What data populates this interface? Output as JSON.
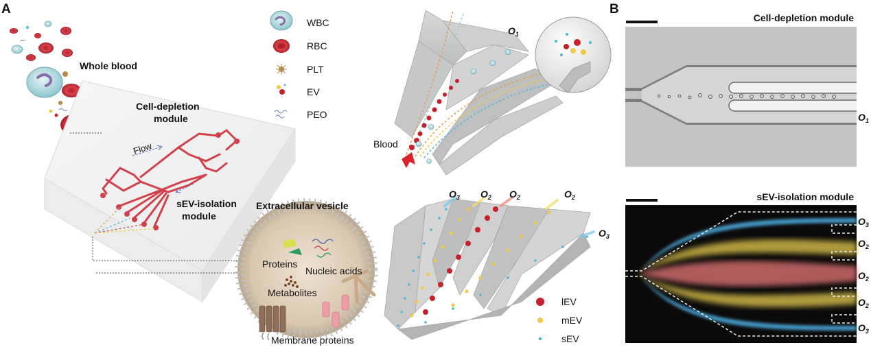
{
  "panel_a": {
    "letter": "A",
    "whole_blood": "Whole blood",
    "legend": [
      {
        "icon": "wbc-icon",
        "label": "WBC"
      },
      {
        "icon": "rbc-icon",
        "label": "RBC"
      },
      {
        "icon": "plt-icon",
        "label": "PLT"
      },
      {
        "icon": "ev-icon",
        "label": "EV"
      },
      {
        "icon": "peo-icon",
        "label": "PEO"
      }
    ],
    "chip": {
      "cell_depletion_line1": "Cell-depletion",
      "cell_depletion_line2": "module",
      "flow": "Flow",
      "sev_isolation_line1": "sEV-isolation",
      "sev_isolation_line2": "module"
    },
    "vesicle": {
      "title": "Extracellular vesicle",
      "proteins": "Proteins",
      "nucleic_acids": "Nucleic acids",
      "metabolites": "Metabolites",
      "membrane_proteins": "Membrane proteins"
    },
    "separator": {
      "blood": "Blood",
      "outlet_base": "O",
      "outlet_sub": "1"
    },
    "isolation": {
      "outlets": [
        {
          "base": "O",
          "sub": "3"
        },
        {
          "base": "O",
          "sub": "2"
        },
        {
          "base": "O",
          "sub": "2"
        },
        {
          "base": "O",
          "sub": "2"
        },
        {
          "base": "O",
          "sub": "3"
        }
      ],
      "legend": [
        {
          "icon": "lev-icon",
          "label": "lEV",
          "color": "#c8202a"
        },
        {
          "icon": "mev-icon",
          "label": "mEV",
          "color": "#f0c84a"
        },
        {
          "icon": "sev-icon",
          "label": "sEV",
          "color": "#4ab8d8"
        }
      ]
    }
  },
  "panel_b": {
    "letter": "B",
    "top_title": "Cell-depletion module",
    "top_outlet": {
      "base": "O",
      "sub": "1"
    },
    "bottom_title": "sEV-isolation module",
    "bottom_outlets": [
      {
        "base": "O",
        "sub": "3"
      },
      {
        "base": "O",
        "sub": "2"
      },
      {
        "base": "O",
        "sub": "2"
      },
      {
        "base": "O",
        "sub": "2"
      },
      {
        "base": "O",
        "sub": "3"
      }
    ]
  }
}
